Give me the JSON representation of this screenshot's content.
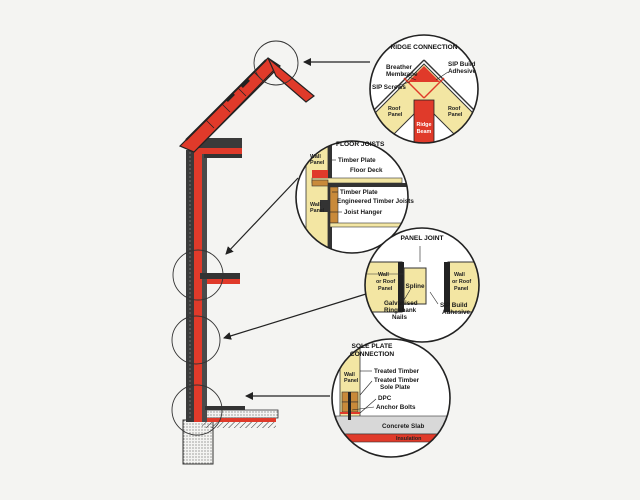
{
  "callouts": {
    "ridge": {
      "title": "RIDGE CONNECTION",
      "breather": [
        "Breather",
        "Membrane"
      ],
      "sip_screws": "SIP Screws",
      "sip_adhesive": [
        "SIP Build",
        "Adhesive"
      ],
      "roof_panel": [
        "Roof",
        "Panel"
      ],
      "ridge_beam": [
        "Ridge",
        "Beam"
      ]
    },
    "floor": {
      "title": "FLOOR JOISTS",
      "wall_panel": [
        "Wall",
        "Panel"
      ],
      "timber_plate": "Timber Plate",
      "floor_deck": "Floor Deck",
      "engineered": "Engineered Timber Joists",
      "joist_hanger": "Joist Hanger"
    },
    "joint": {
      "title": "PANEL JOINT",
      "left_panel": [
        "Wall",
        "or Roof",
        "Panel"
      ],
      "right_panel": [
        "Wall",
        "or Roof",
        "Panel"
      ],
      "spline": "Spline",
      "nails": [
        "Galvanised",
        "Ringshank",
        "Nails"
      ],
      "adhesive": [
        "SIP Build",
        "Adhesive"
      ]
    },
    "sole": {
      "title": [
        "SOLE PLATE",
        "CONNECTION"
      ],
      "wall_panel": [
        "Wall",
        "Panel"
      ],
      "treated_timber": "Treated Timber",
      "sole_plate": [
        "Treated Timber",
        "Sole Plate"
      ],
      "dpc": "DPC",
      "anchor_bolts": "Anchor Bolts",
      "concrete_slab": "Concrete Slab",
      "insulation": "Insulation"
    }
  },
  "colors": {
    "panel": "#f3e6a3",
    "red": "#e03a2a",
    "timber": "#c98a3a",
    "line": "#222222",
    "circle_fill": "#ffffff"
  }
}
